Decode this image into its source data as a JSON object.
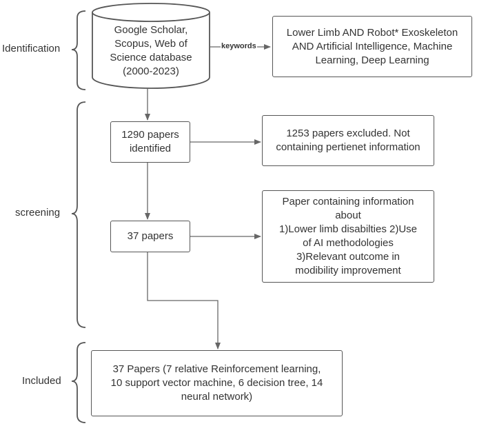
{
  "stages": {
    "identification": "Identification",
    "screening": "screening",
    "included": "Included"
  },
  "database": {
    "text": "Google Scholar,\nScopus, Web of\nScience database\n(2000-2023)"
  },
  "keywords_label": "keywords",
  "boxes": {
    "keywords": "Lower Limb AND Robot* Exoskeleton\nAND Artificial Intelligence, Machine\nLearning, Deep Learning",
    "identified": "1290 papers\nidentified",
    "excluded": "1253 papers excluded. Not\ncontaining pertienet information",
    "papers37": "37 papers",
    "criteria": "Paper containing information\nabout\n1)Lower limb disabilties 2)Use\nof AI methodologies\n3)Relevant outcome in\nmodibility improvement",
    "included": "37 Papers (7 relative Reinforcement learning,\n10 support vector machine, 6 decision tree, 14\nneural network)"
  }
}
